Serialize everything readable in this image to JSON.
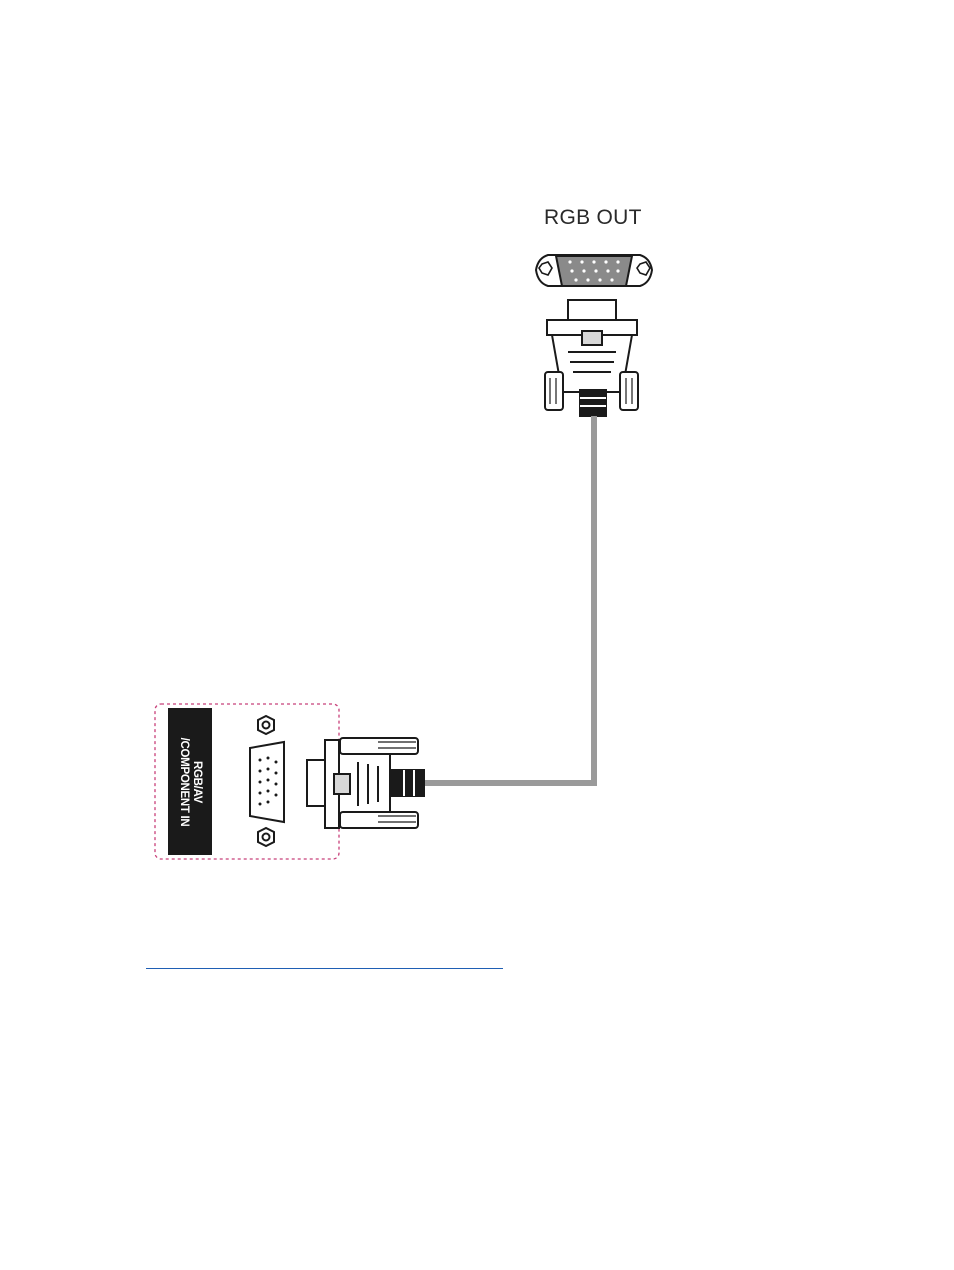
{
  "diagram": {
    "source_port_label": "RGB OUT",
    "input_port_label_line1": "RGB/AV",
    "input_port_label_line2": "/COMPONENT IN",
    "colors": {
      "cable": "#9a9a9a",
      "outline": "#1a1a1a",
      "panel_border": "#c8407a",
      "link": "#1f5fb4"
    },
    "icons": [
      "vga-port-icon",
      "vga-plug-icon",
      "screw-post-icon"
    ]
  }
}
